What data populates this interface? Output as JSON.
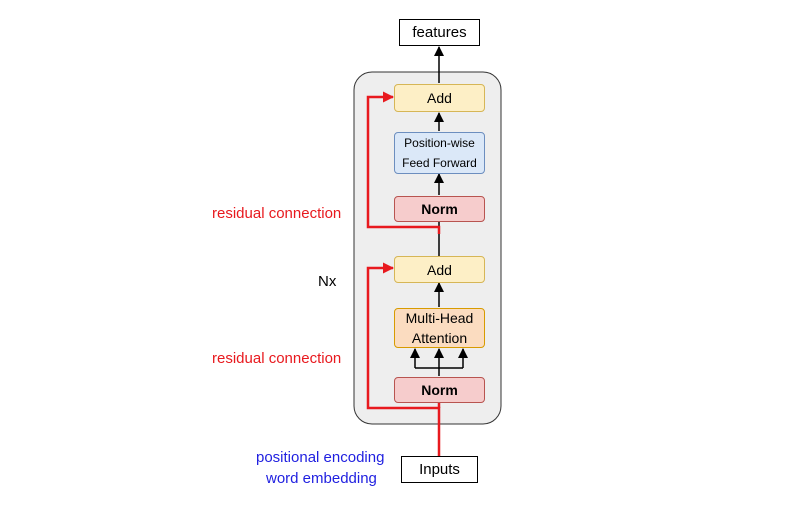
{
  "diagram": {
    "output_label": "features",
    "input_label": "Inputs",
    "repeat_label": "Nx",
    "upper_block": {
      "add_label": "Add",
      "ffn_line1": "Position-wise",
      "ffn_line2": "Feed Forward",
      "norm_label": "Norm",
      "residual_label": "residual connection"
    },
    "lower_block": {
      "add_label": "Add",
      "attention_line1": "Multi-Head",
      "attention_line2": "Attention",
      "norm_label": "Norm",
      "residual_label": "residual connection"
    },
    "input_annotation_line1": "positional encoding",
    "input_annotation_line2": "word embedding",
    "colors": {
      "residual": "#e8191e",
      "annotation": "#1f1fe0",
      "add_fill": "#fdefc6",
      "ffn_fill": "#dbe8f8",
      "norm_fill": "#f6cccc",
      "attention_fill": "#fbdcc0",
      "container_fill": "#eeeeee"
    }
  }
}
